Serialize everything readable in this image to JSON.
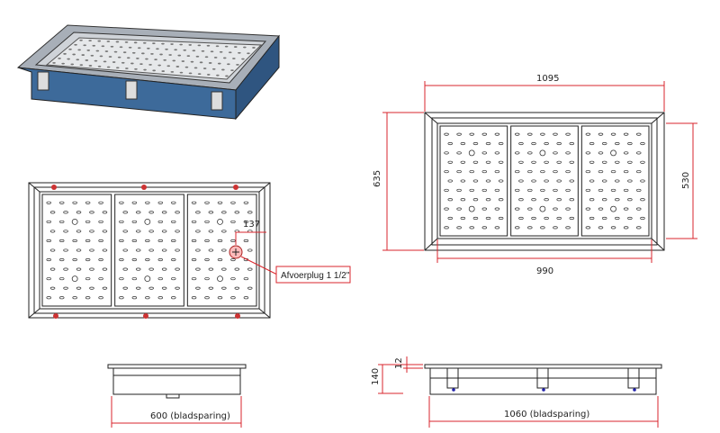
{
  "labels": {
    "width_outer": "1095",
    "depth_outer": "635",
    "depth_inner": "530",
    "width_inner": "990",
    "height": "140",
    "rim": "12",
    "cutout_depth": "600 (bladsparing)",
    "cutout_width": "1060 (bladsparing)",
    "drain_offset": "137",
    "drain_callout": "Afvoerplug 1 1/2\""
  },
  "colors": {
    "dimension": "#d9262c",
    "body": "#3d6a9a",
    "line": "#222222"
  }
}
